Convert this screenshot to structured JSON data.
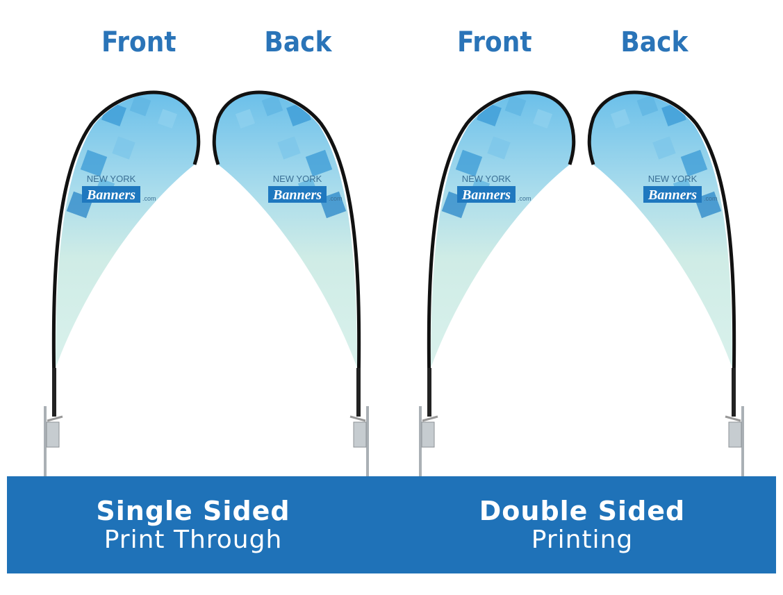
{
  "headings": {
    "single_front": "Front",
    "single_back": "Back",
    "double_front": "Front",
    "double_back": "Back"
  },
  "banner": {
    "single": {
      "title": "Single Sided",
      "subtitle": "Print Through"
    },
    "double": {
      "title": "Double Sided",
      "subtitle": "Printing"
    }
  },
  "logo": {
    "top": "NEW YORK",
    "main": "Banners",
    "suffix": ".com"
  },
  "colors": {
    "accent": "#2a74b8",
    "banner": "#1f72b8",
    "fabric": "#cfece6",
    "tile": "#3a9ad6"
  }
}
